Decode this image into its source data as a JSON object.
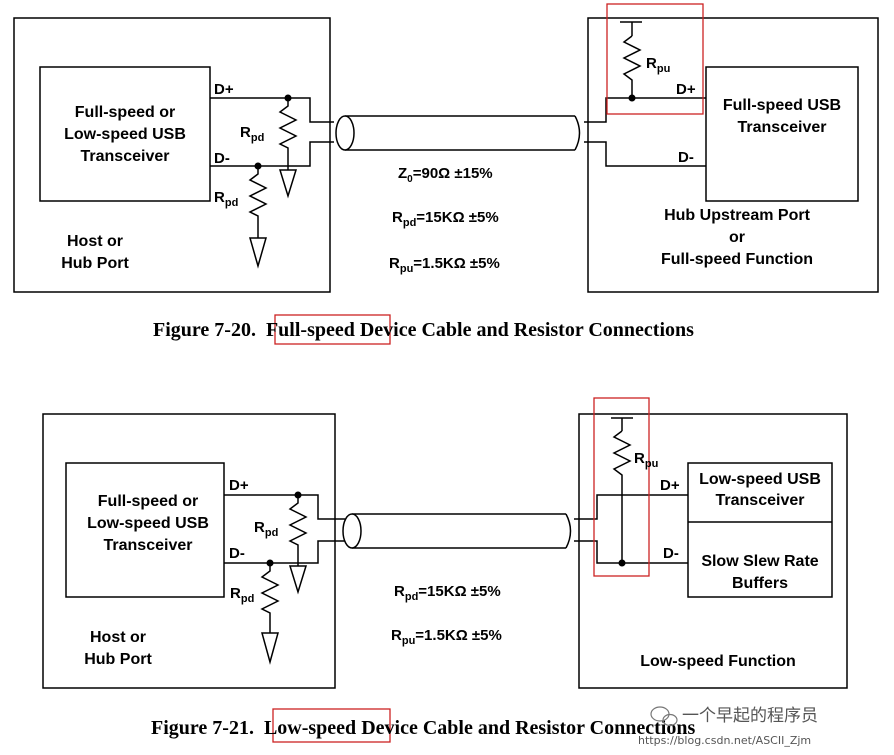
{
  "figure_20": {
    "host_transceiver": [
      "Full-speed or",
      "Low-speed USB",
      "Transceiver"
    ],
    "host_port": [
      "Host or",
      "Hub Port"
    ],
    "dplus": "D+",
    "dminus": "D-",
    "rpd_base": "R",
    "rpd_sub": "pd",
    "rpu_base": "R",
    "rpu_sub": "pu",
    "device_transceiver": [
      "Full-speed USB",
      "Transceiver"
    ],
    "device_port": [
      "Hub Upstream Port",
      "or",
      "Full-speed Function"
    ],
    "impedance": {
      "z": "Z",
      "zsub": "0",
      "value": "=90Ω ±15%"
    },
    "spec_rpd_value": "=15KΩ ±5%",
    "spec_rpu_value": "=1.5KΩ ±5%",
    "caption_prefix": "Figure 7-20.",
    "caption_highlight": "Full-speed",
    "caption_suffix": "Device Cable and Resistor Connections"
  },
  "figure_21": {
    "host_transceiver": [
      "Full-speed or",
      "Low-speed USB",
      "Transceiver"
    ],
    "host_port": [
      "Host or",
      "Hub Port"
    ],
    "dplus": "D+",
    "dminus": "D-",
    "rpd_base": "R",
    "rpd_sub": "pd",
    "rpu_base": "R",
    "rpu_sub": "pu",
    "device_transceiver": [
      "Low-speed USB",
      "Transceiver"
    ],
    "device_buffers": [
      "Slow Slew Rate",
      "Buffers"
    ],
    "device_port": "Low-speed Function",
    "spec_rpd_value": "=15KΩ ±5%",
    "spec_rpu_value": "=1.5KΩ ±5%",
    "caption_prefix": "Figure 7-21.",
    "caption_highlight": "Low-speed",
    "caption_suffix": "Device Cable and Resistor Connections"
  },
  "watermark": {
    "name": "一个早起的程序员",
    "url": "https://blog.csdn.net/ASCII_Zjm"
  },
  "colors": {
    "line": "#000000",
    "highlight": "#cc2222",
    "background": "#ffffff"
  }
}
